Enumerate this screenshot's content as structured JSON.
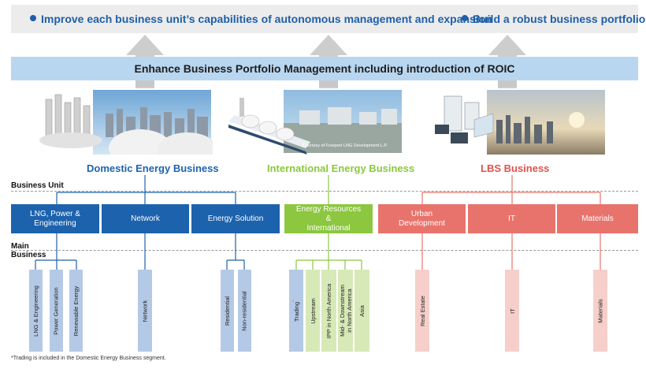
{
  "goals": [
    "Improve each business unit’s capabilities of autonomous management and expansion",
    "Build a robust business portfolio"
  ],
  "roic_banner": "Enhance Business Portfolio Management including introduction of ROIC",
  "photo_credit": "Courtesy of Freeport LNG Development L.P.",
  "row_labels": {
    "business_unit": "Business Unit",
    "main_business_1": "Main",
    "main_business_2": "Business"
  },
  "segments": [
    {
      "title": "Domestic Energy Business",
      "color": "#1f62ad"
    },
    {
      "title": "International Energy Business",
      "color": "#8cc73f"
    },
    {
      "title": "LBS Business",
      "color": "#e0524b"
    }
  ],
  "units": [
    {
      "l1": "LNG, Power &",
      "l2": "Engineering"
    },
    {
      "l1": "Network",
      "l2": ""
    },
    {
      "l1": "Energy Solution",
      "l2": ""
    },
    {
      "l1": "Energy Resources",
      "l2": "&",
      "l3": "International"
    },
    {
      "l1": "Urban",
      "l2": "Development"
    },
    {
      "l1": "IT",
      "l2": ""
    },
    {
      "l1": "Materials",
      "l2": ""
    }
  ],
  "businesses": [
    {
      "l1": "LNG & Engineering"
    },
    {
      "l1": "Power Generation"
    },
    {
      "l1": "Renewable Energy"
    },
    {
      "l1": "Network"
    },
    {
      "l1": "Residential"
    },
    {
      "l1": "Non-residential"
    },
    {
      "l1": "Trading",
      "mark": "*"
    },
    {
      "l1": "Upstream"
    },
    {
      "l1": "IPP in North America"
    },
    {
      "l1": "Mid- & Downstream",
      "l2": "in North America"
    },
    {
      "l1": "Asia"
    },
    {
      "l1": "Real Estate"
    },
    {
      "l1": "IT"
    },
    {
      "l1": "Materials"
    }
  ],
  "footnote": "*Trading is included in the Domestic Energy Business segment.",
  "colors": {
    "goal_text": "#1f5fa8",
    "roic_band": "#b9d6f0",
    "domestic": "#1d62ad",
    "international": "#8cc73f",
    "lbs": "#e8736c"
  }
}
